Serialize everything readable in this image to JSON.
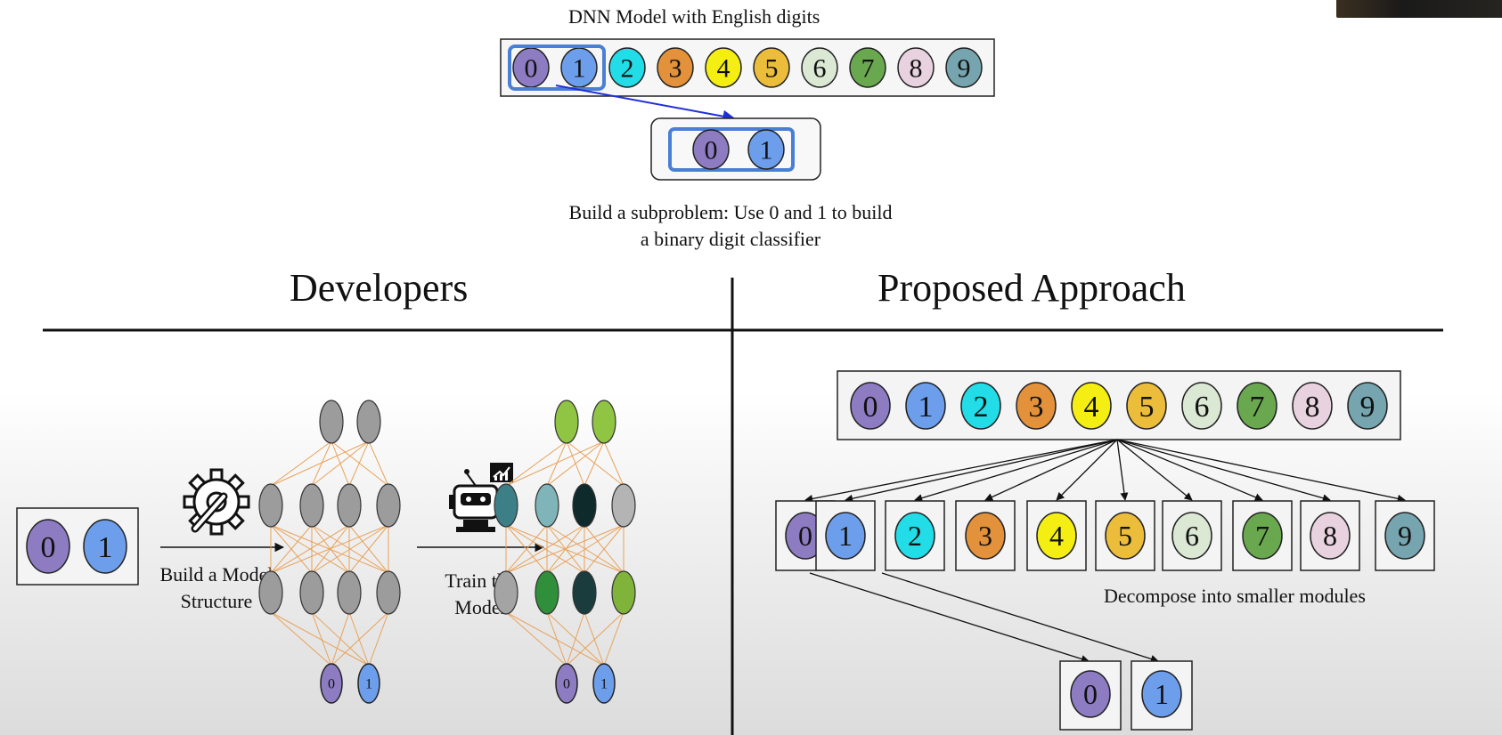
{
  "top": {
    "title": "DNN Model with English digits",
    "subproblem_text_line1": "Build a subproblem: Use 0 and 1 to build",
    "subproblem_text_line2": "a binary digit classifier"
  },
  "digits": [
    {
      "label": "0",
      "color": "#8e7cc3"
    },
    {
      "label": "1",
      "color": "#6d9eeb"
    },
    {
      "label": "2",
      "color": "#22dde8"
    },
    {
      "label": "3",
      "color": "#e3913a"
    },
    {
      "label": "4",
      "color": "#f5ee13"
    },
    {
      "label": "5",
      "color": "#ecbd3a"
    },
    {
      "label": "6",
      "color": "#dbe8d4"
    },
    {
      "label": "7",
      "color": "#6aa84f"
    },
    {
      "label": "8",
      "color": "#e9d2df"
    },
    {
      "label": "9",
      "color": "#76a5af"
    }
  ],
  "developers": {
    "heading": "Developers",
    "step1_line1": "Build a Model",
    "step1_line2": "Structure",
    "step2_line1": "Train the",
    "step2_line2": "Model",
    "icons": [
      "gear-wrench-icon",
      "robot-chart-icon"
    ],
    "trained_colors": {
      "top": [
        "#8fc542",
        "#8fc542"
      ],
      "hidden1": [
        "#3d7f86",
        "#7fb4b8",
        "#0f2a2a",
        "#b4b4b4"
      ],
      "hidden2": [
        "#a4a4a4",
        "#2f8f3a",
        "#1b3c3c",
        "#7fb33a"
      ]
    }
  },
  "proposed": {
    "heading": "Proposed Approach",
    "caption": "Decompose into smaller modules"
  },
  "colors": {
    "highlight_blue": "#4a7fd6",
    "arrow_blue": "#1f2fd8",
    "neuron_gray": "#9c9c9c",
    "edge_orange": "#e8a25a"
  }
}
